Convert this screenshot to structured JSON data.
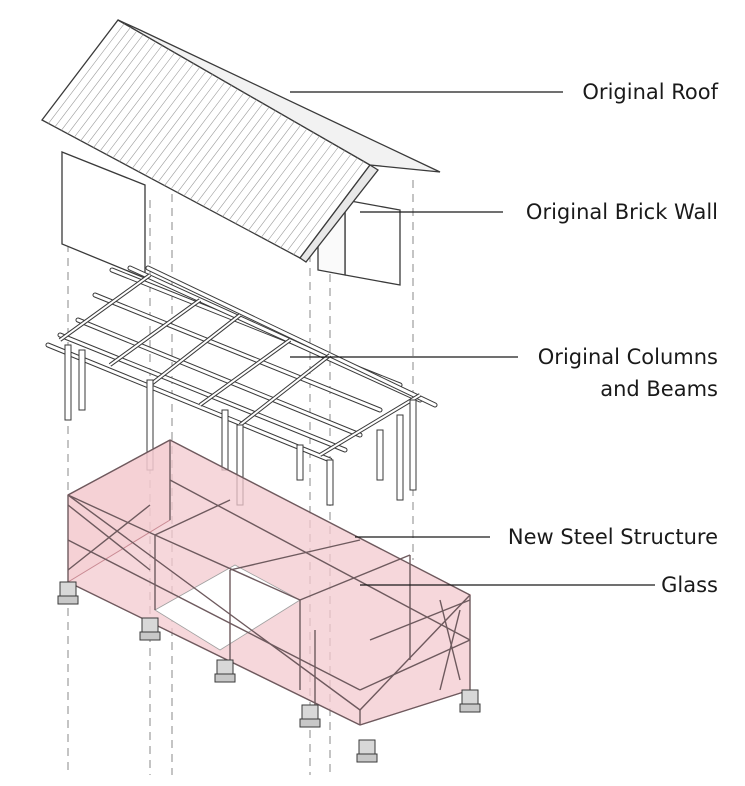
{
  "diagram": {
    "labels": {
      "roof": "Original Roof",
      "brick_wall": "Original Brick Wall",
      "columns_line1": "Original Columns",
      "columns_line2": "and Beams",
      "steel": "New Steel Structure",
      "glass": "Glass"
    },
    "colors": {
      "line": "#3a3a3a",
      "glass_fill": "#f3c9cf",
      "glass_stroke": "#c98a93",
      "dashed": "#8a8a8a",
      "roof_fill": "#ffffff",
      "label_text": "#1a1a1a"
    }
  }
}
